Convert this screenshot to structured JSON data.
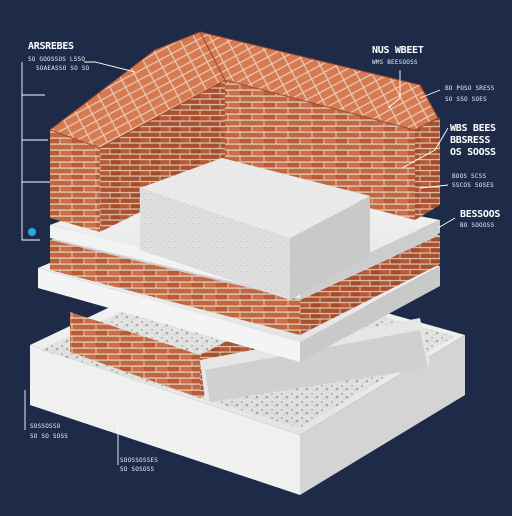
{
  "labels": {
    "top_left_title": "ARSREBES",
    "top_left_sub_1": "SO GOOSSOS  LSSO",
    "top_left_sub_2": "SOAEASSO SO SO",
    "top_center_title": "NUS WBEET",
    "top_center_sub": "WMS BEESOOSS",
    "right_1": "BO POSO SRESS",
    "right_2": "SO SSO SOES",
    "right_group_1": "WBS BEES",
    "right_group_2": "BBSRESS",
    "right_group_3": "OS  SOOSS",
    "right_3": "BOOS SCSS",
    "right_4": "SSCOS SOSES",
    "right_5": "BESSOOS",
    "right_6": "BO SOOOSS",
    "bottom_left_1": "SOSSOSSO",
    "bottom_left_2": "SO SO SOSS",
    "bottom_center_1": "SOOSSOSSES",
    "bottom_center_2": "SO SOSOSS"
  },
  "colors": {
    "background": "#1d2b49",
    "brick": "#c46a45",
    "mortar": "#e8d3c0",
    "concrete": "#ededed",
    "foam": "#dcdcdc",
    "accent_dot": "#2ea8e6"
  }
}
